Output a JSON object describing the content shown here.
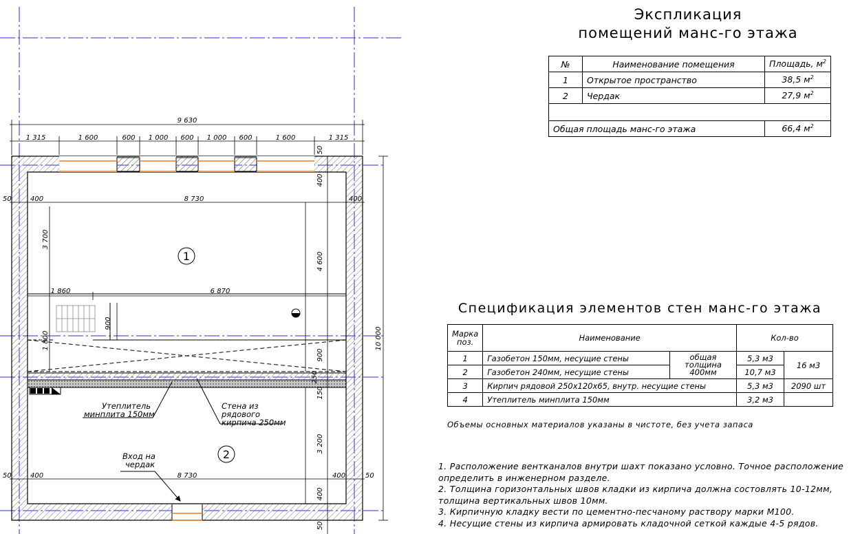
{
  "explication": {
    "title_line1": "Экспликация",
    "title_line2": "помещений манс-го этажа",
    "header": {
      "num": "№",
      "name": "Наименование помещения",
      "area": "Площадь, м",
      "area_sup": "2"
    },
    "rows": [
      {
        "num": "1",
        "name": "Открытое пространство",
        "area": "38,5 м",
        "sup": "2"
      },
      {
        "num": "2",
        "name": "Чердак",
        "area": "27,9 м",
        "sup": "2"
      }
    ],
    "total_label": "Общая площадь манс-го этажа",
    "total_area": "66,4 м",
    "total_sup": "2"
  },
  "specification": {
    "title": "Спецификация элементов стен манс-го этажа",
    "header": {
      "mark": "Марка поз.",
      "name": "Наименование",
      "qty": "Кол-во"
    },
    "rows": [
      {
        "mark": "1",
        "name": "Газобетон 150мм, несущие стены",
        "qty": "5,3 м3"
      },
      {
        "mark": "2",
        "name": "Газобетон 240мм, несущие стены",
        "qty": "10,7 м3"
      },
      {
        "mark": "3",
        "name": "Кирпич рядовой 250х120х65, внутр. несущие стены",
        "qty": "5,3 м3",
        "total": "2090 шт"
      },
      {
        "mark": "4",
        "name": "Утеплитель минплита 150мм",
        "qty": "3,2 м3"
      }
    ],
    "thickness_note": "общая толщина 400мм",
    "group_total": "16 м3",
    "note": "Объемы основных материалов указаны в чистоте, без учета запаса"
  },
  "notes": [
    "1. Расположение вентканалов внутри шахт показано условно. Точное расположение определить в инженерном разделе.",
    "2. Толщина горизонтальных швов кладки из кирпича должна состовлять 10-12мм, толщина вертикальных швов 10мм.",
    "3. Кирпичную кладку вести по цементно-песчаному раствору марки М100.",
    "4. Несущие стены из кирпича армировать кладочной сеткой каждые 4-5 рядов."
  ],
  "plan": {
    "dims_top_total": "9 630",
    "dims_top": [
      "1 315",
      "1 600",
      "600",
      "1 000",
      "600",
      "1 000",
      "600",
      "1 600",
      "1 315"
    ],
    "dim_right_total": "10 000",
    "dim_50": "50",
    "dim_400": "400",
    "dim_8730": "8 730",
    "dim_3700": "3 700",
    "dim_4600": "4 600",
    "dim_1860": "1 860",
    "dim_6870": "6 870",
    "dim_900": "900",
    "dim_1800": "1 800",
    "dim_250": "250",
    "dim_150": "150",
    "dim_3200": "3 200",
    "room1": "1",
    "room2": "2",
    "label_insulation_1": "Утеплитель",
    "label_insulation_2": "минплита 150мм",
    "label_wall_1": "Стена из",
    "label_wall_2": "рядового",
    "label_wall_3": "кирпича 250мм",
    "label_entry_1": "Вход на",
    "label_entry_2": "чердак"
  },
  "colors": {
    "axis": "#2b2bd6",
    "window": "#f07a1a",
    "hatch": "#666666"
  }
}
